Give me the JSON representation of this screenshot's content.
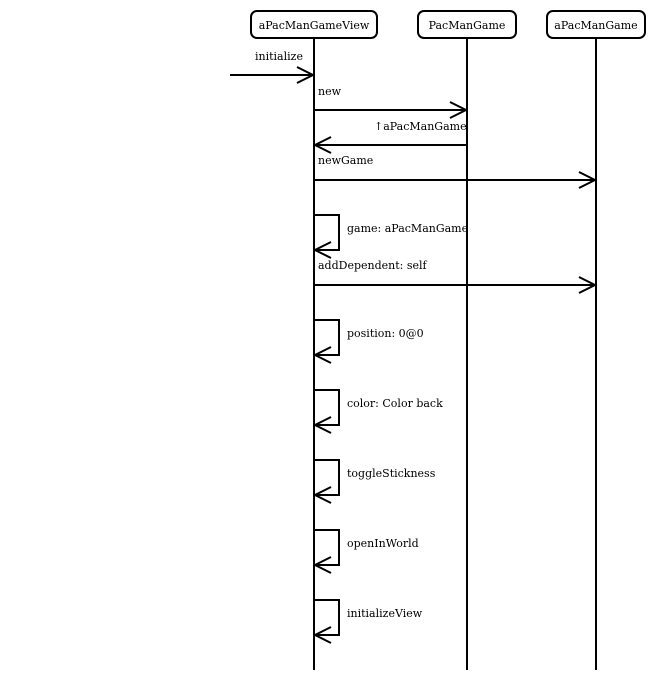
{
  "colors": {
    "line": "#000000",
    "background": "#ffffff"
  },
  "lifelines": [
    {
      "label": "aPacManGameView"
    },
    {
      "label": "PacManGame"
    },
    {
      "label": "aPacManGame"
    }
  ],
  "messages": [
    {
      "label": "initialize",
      "from": "external",
      "to": 0,
      "kind": "call"
    },
    {
      "label": "new",
      "from": 0,
      "to": 1,
      "kind": "call"
    },
    {
      "label": "↑aPacManGame",
      "from": 1,
      "to": 0,
      "kind": "return"
    },
    {
      "label": "newGame",
      "from": 0,
      "to": 2,
      "kind": "call"
    },
    {
      "label": "game: aPacManGame",
      "from": 0,
      "to": 0,
      "kind": "self"
    },
    {
      "label": "addDependent: self",
      "from": 0,
      "to": 2,
      "kind": "call"
    },
    {
      "label": "position: 0@0",
      "from": 0,
      "to": 0,
      "kind": "self"
    },
    {
      "label": "color: Color back",
      "from": 0,
      "to": 0,
      "kind": "self"
    },
    {
      "label": "toggleStickness",
      "from": 0,
      "to": 0,
      "kind": "self"
    },
    {
      "label": "openInWorld",
      "from": 0,
      "to": 0,
      "kind": "self"
    },
    {
      "label": "initializeView",
      "from": 0,
      "to": 0,
      "kind": "self"
    }
  ]
}
